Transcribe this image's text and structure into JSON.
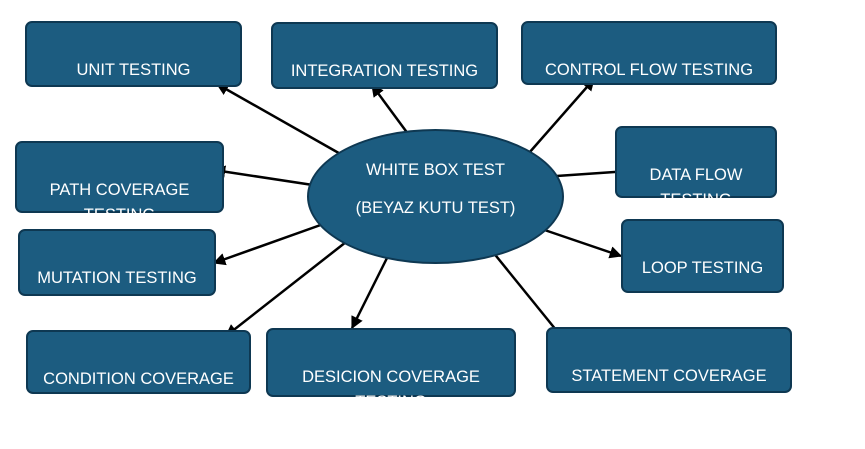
{
  "center": {
    "title": "WHITE BOX TEST",
    "subtitle": "(BEYAZ KUTU TEST)"
  },
  "nodes": [
    {
      "id": "unit",
      "label": "UNIT TESTING"
    },
    {
      "id": "integration",
      "label": "INTEGRATION TESTING"
    },
    {
      "id": "control-flow",
      "label": "CONTROL FLOW TESTING"
    },
    {
      "id": "path-coverage",
      "label": "PATH COVERAGE\nTESTING"
    },
    {
      "id": "data-flow",
      "label": "DATA FLOW\nTESTING"
    },
    {
      "id": "mutation",
      "label": "MUTATION TESTING"
    },
    {
      "id": "loop",
      "label": "LOOP TESTING"
    },
    {
      "id": "condition-coverage",
      "label": "CONDITION COVERAGE\nTESTING"
    },
    {
      "id": "desicion-coverage",
      "label": "DESICION COVERAGE\nTESTING"
    },
    {
      "id": "statement-coverage",
      "label": "STATEMENT COVERAGE\nTESTING"
    }
  ],
  "colors": {
    "node_fill": "#1c5c80",
    "node_border": "#0e3852",
    "text": "#ffffff",
    "arrow": "#000000"
  }
}
